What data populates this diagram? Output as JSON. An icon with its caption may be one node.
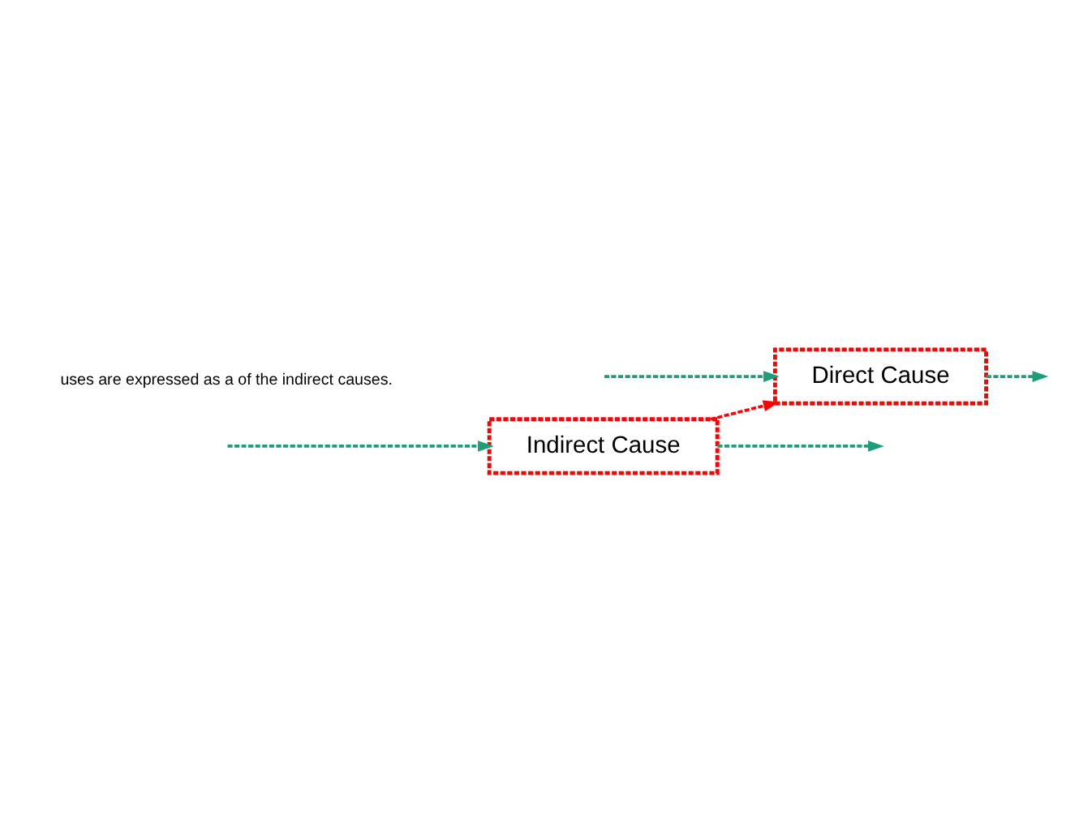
{
  "diagram": {
    "nodes": [
      {
        "text": [
          "Direct Cause"
        ]
      },
      {
        "text": [
          "Indirect Cause"
        ]
      }
    ],
    "edges": [
      {
        "from": null,
        "to": 0,
        "arrow": "to",
        "style": "dashed",
        "color": "#1e9e78"
      },
      {
        "from": 0,
        "to": null,
        "arrow": "to",
        "style": "dashed",
        "color": "#1e9e78"
      },
      {
        "from": 1,
        "to": 0,
        "arrow": "to",
        "style": "dashed",
        "color": "#ff0000"
      },
      {
        "from": null,
        "to": 1,
        "arrow": "to",
        "style": "dashed",
        "color": "#1e9e78"
      },
      {
        "from": 1,
        "to": null,
        "arrow": "to",
        "style": "dashed",
        "color": "#1e9e78"
      }
    ],
    "labels": [
      "uses are expressed as a of the indirect causes."
    ]
  }
}
